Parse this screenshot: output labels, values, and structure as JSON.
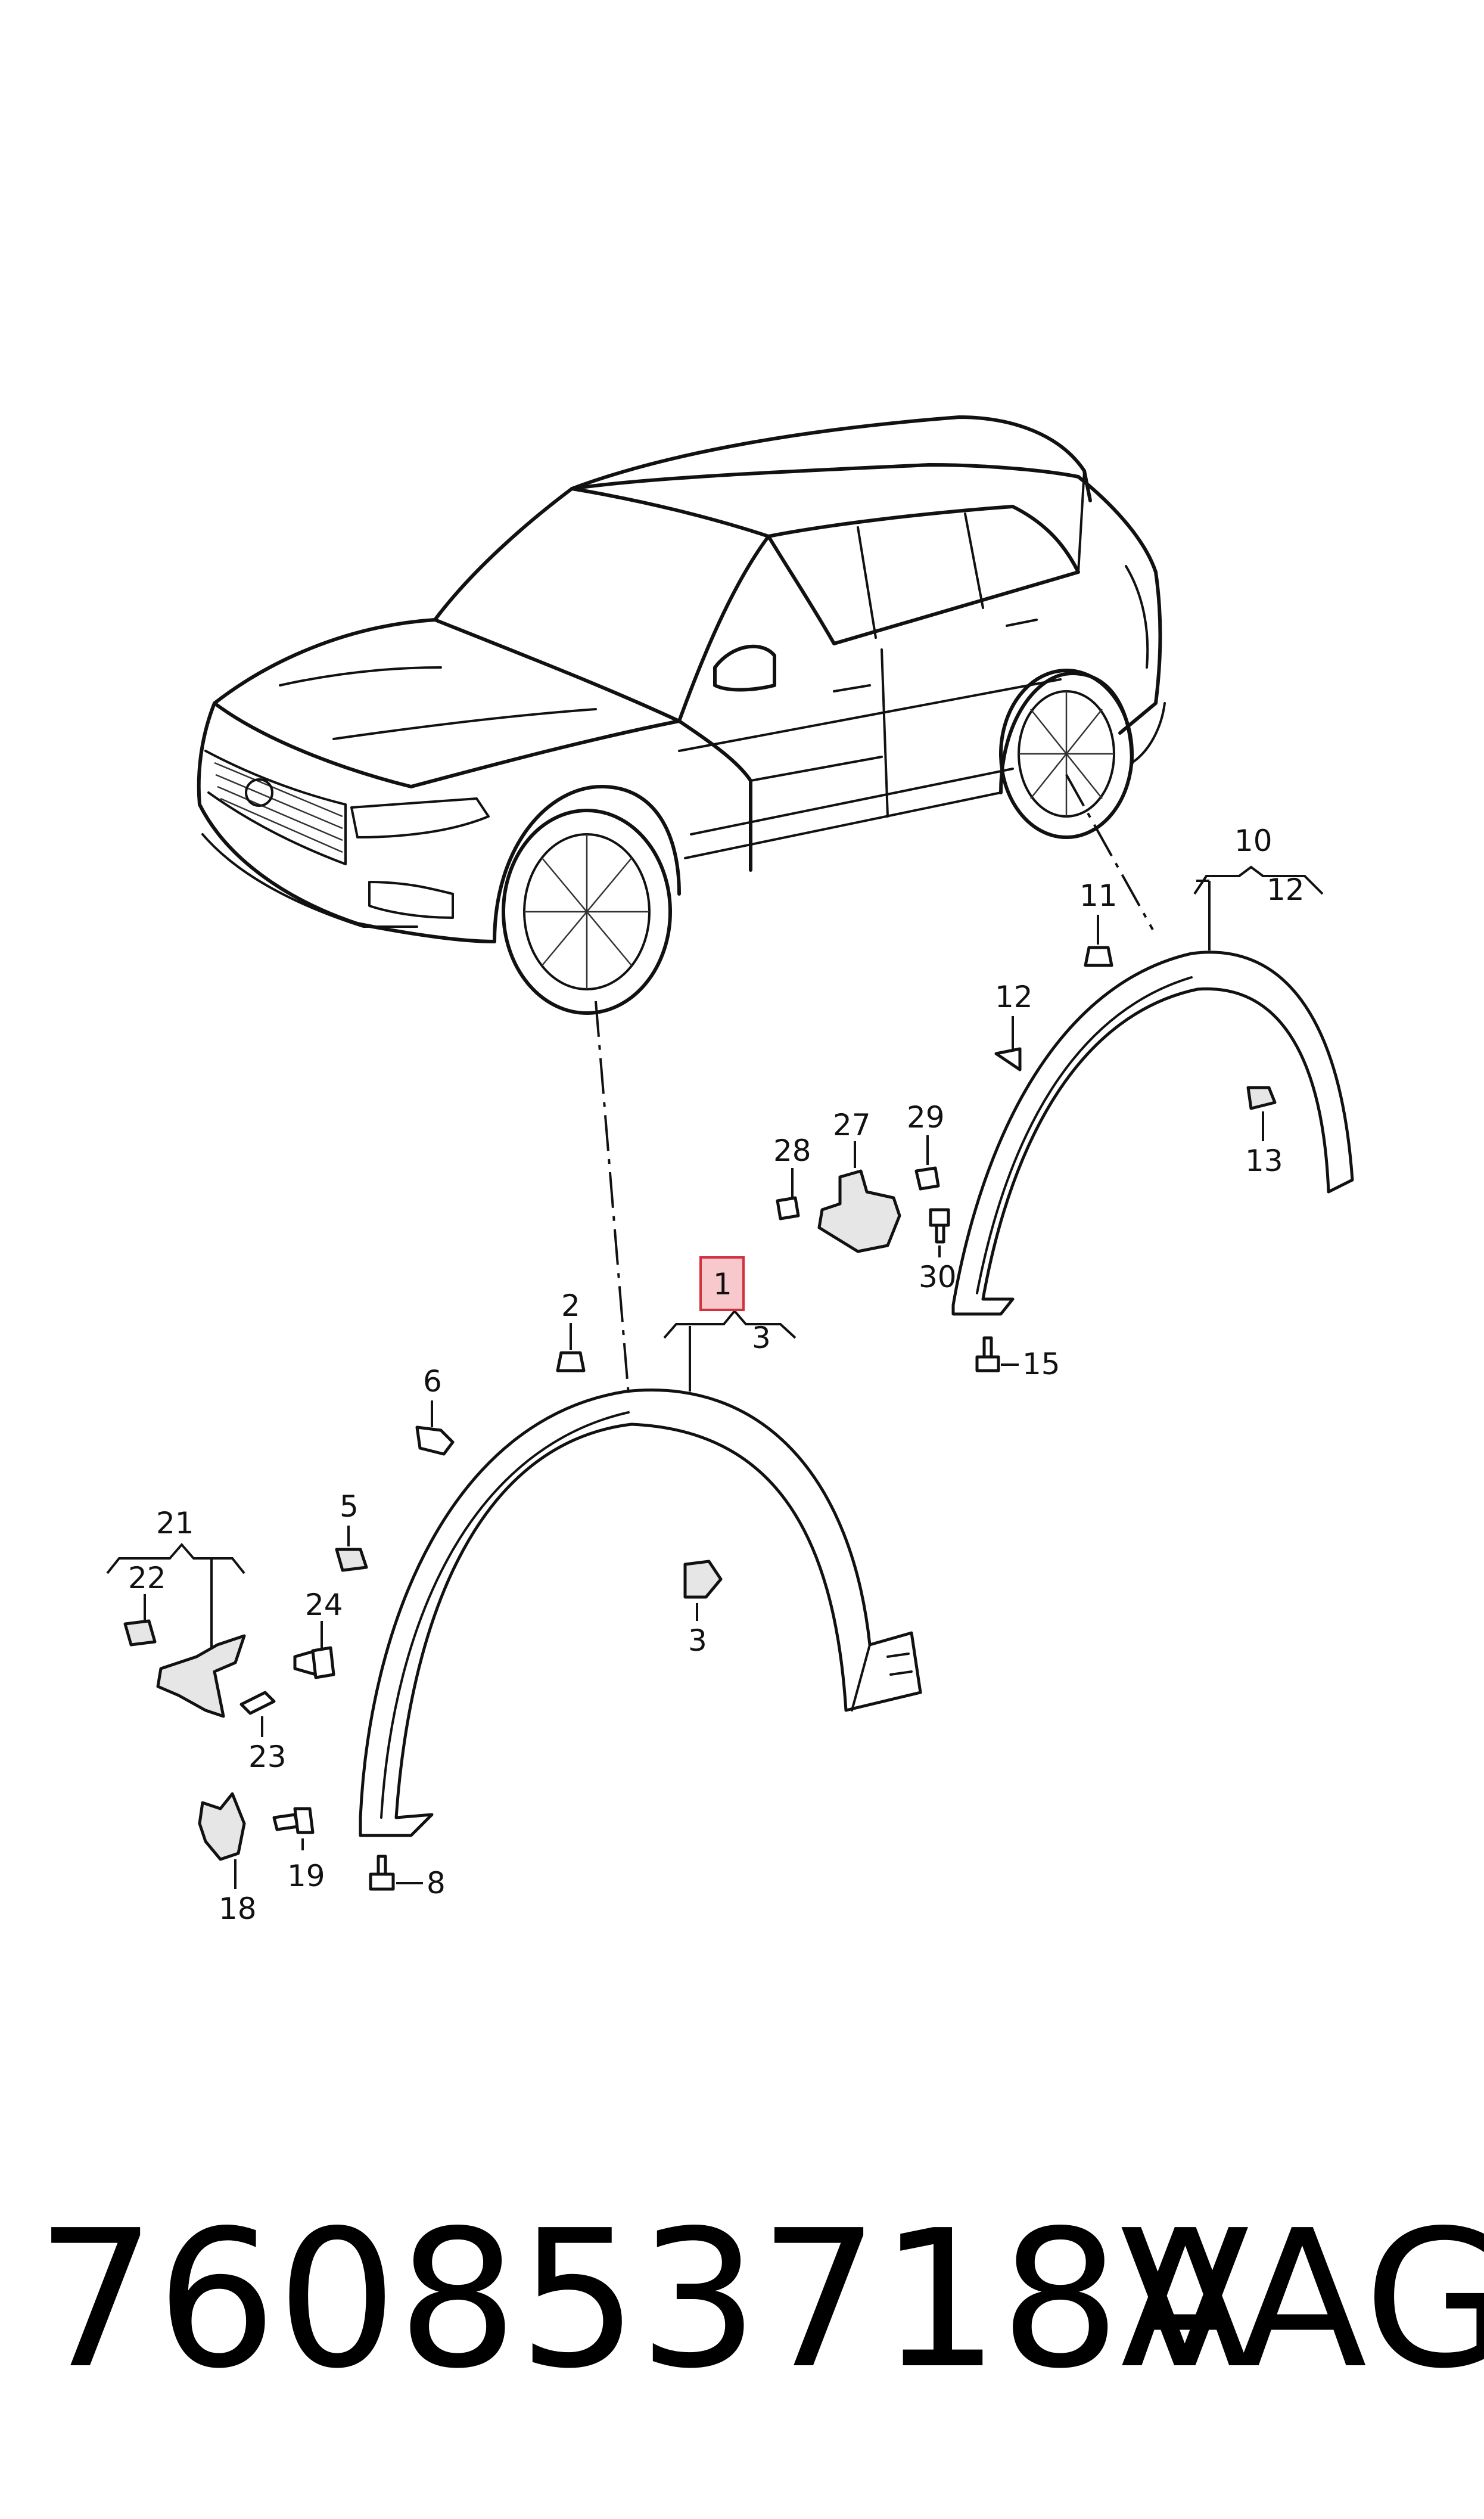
{
  "footer": {
    "part_number": "760853718A",
    "brand": "VAG"
  },
  "callouts": {
    "c1": "1",
    "c2": "2",
    "c3a": "3",
    "c3b": "3",
    "c5": "5",
    "c6": "6",
    "c8": "8",
    "c10": "10",
    "c11": "11",
    "c12a": "12",
    "c12b": "12",
    "c13": "13",
    "c15": "15",
    "c18": "18",
    "c19": "19",
    "c21": "21",
    "c22": "22",
    "c23": "23",
    "c24": "24",
    "c27": "27",
    "c28": "28",
    "c29": "29",
    "c30": "30"
  },
  "colors": {
    "line": "#111111",
    "highlight_fill": "#f7c9cd",
    "highlight_stroke": "#d2303d"
  }
}
